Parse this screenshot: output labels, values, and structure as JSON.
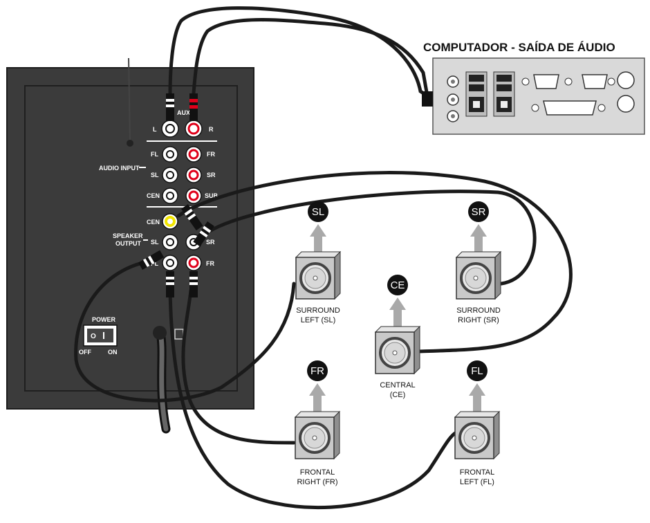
{
  "title": "COMPUTADOR - SAÍDA DE ÁUDIO",
  "colors": {
    "panel": "#3b3b3b",
    "panel_dark": "#2a2a2a",
    "cable": "#1a1a1a",
    "red": "#e0001a",
    "yellow": "#f2e600",
    "arrow": "#a9a9a9",
    "speaker_face": "#cfcfcf",
    "io_plate": "#d9d9d9"
  },
  "panel": {
    "aux_label": "AUX",
    "aux_left": "L",
    "aux_right": "R",
    "audio_input_label": "AUDIO INPUT",
    "input_rows": [
      {
        "left": "FL",
        "right": "FR"
      },
      {
        "left": "SL",
        "right": "SR"
      },
      {
        "left": "CEN",
        "right": "SUB"
      }
    ],
    "cen_label": "CEN",
    "speaker_output_label_1": "SPEAKER",
    "speaker_output_label_2": "OUTPUT",
    "output_rows": [
      {
        "left": "SL",
        "right": "SR"
      },
      {
        "left": "FL",
        "right": "FR"
      }
    ],
    "power_label": "POWER",
    "off_label": "OFF",
    "on_label": "ON"
  },
  "speakers": [
    {
      "id": "sl",
      "badge": "SL",
      "line1": "SURROUND",
      "line2": "LEFT (SL)"
    },
    {
      "id": "sr",
      "badge": "SR",
      "line1": "SURROUND",
      "line2": "RIGHT (SR)"
    },
    {
      "id": "ce",
      "badge": "CE",
      "line1": "CENTRAL",
      "line2": "(CE)"
    },
    {
      "id": "fr",
      "badge": "FR",
      "line1": "FRONTAL",
      "line2": "RIGHT (FR)"
    },
    {
      "id": "fl",
      "badge": "FL",
      "line1": "FRONTAL",
      "line2": "LEFT (FL)"
    }
  ]
}
